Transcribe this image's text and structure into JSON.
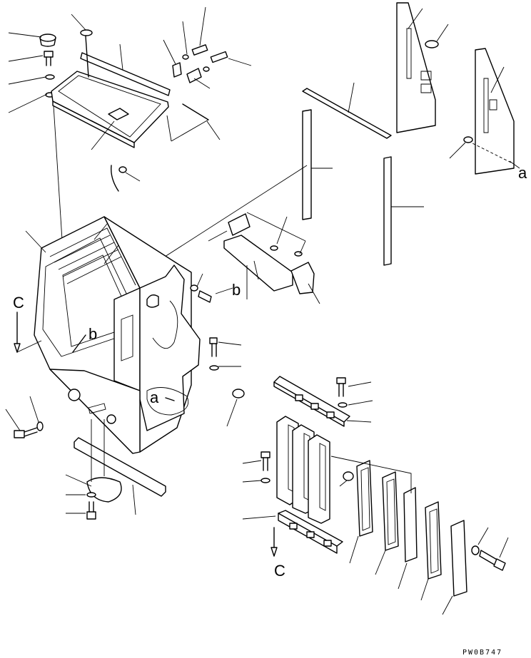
{
  "labels": {
    "a_right": "a",
    "a_cab": "a",
    "b_cab": "b",
    "b_lower": "b",
    "c_left": "C",
    "c_bottom": "C"
  },
  "drawing_code": "PW0B747"
}
